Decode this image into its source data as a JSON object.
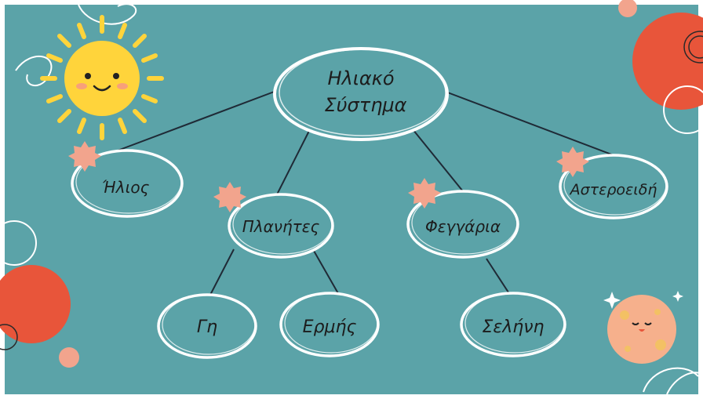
{
  "colors": {
    "background": "#5ba3a8",
    "frame": "#ffffff",
    "line": "#1f2a36",
    "ellipse_fill": "#5ba3a8",
    "ellipse_stroke": "#ffffff",
    "flower": "#f2a48d",
    "orange_blob": "#e8553a",
    "sun": "#ffd43b",
    "moon": "#f6b08c"
  },
  "diagram": {
    "root": {
      "line1": "Ηλιακό",
      "line2": "Σύστημα"
    },
    "nodes": {
      "helios": "Ήλιος",
      "planites": "Πλανήτες",
      "feggaria": "Φεγγάρια",
      "asteroeidi": "Αστεροειδή",
      "gi": "Γη",
      "ermis": "Ερμής",
      "selini": "Σελήνη"
    }
  },
  "decorations": {
    "sun_icon": "smiling-sun",
    "moon_icon": "smiling-moon",
    "flower_icon": "flower-badge"
  }
}
